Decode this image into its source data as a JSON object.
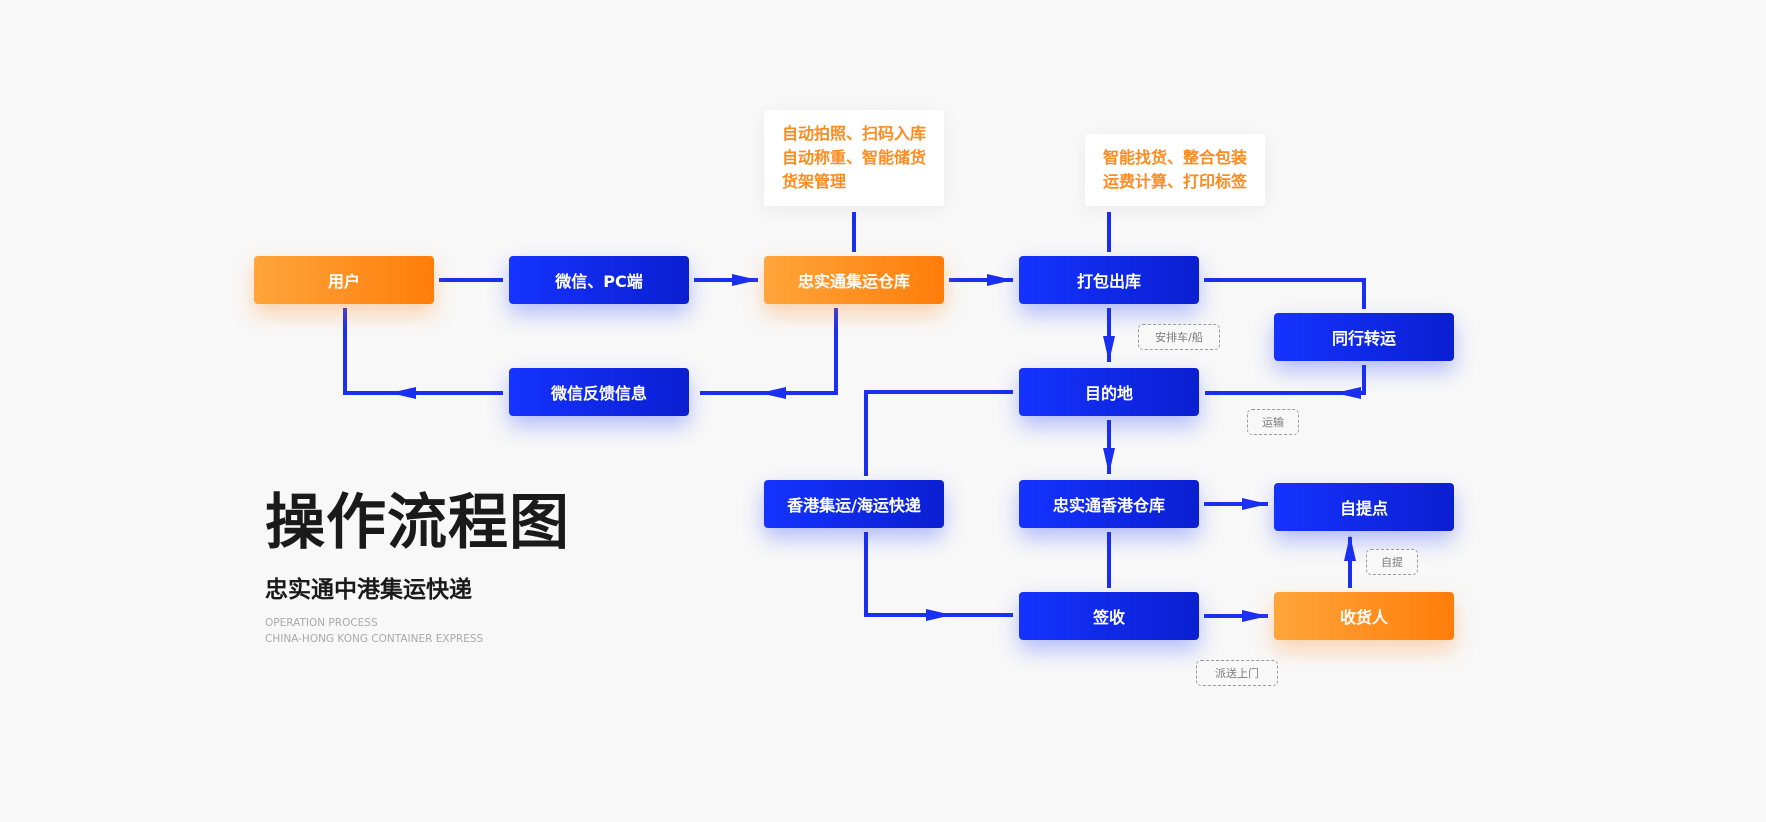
{
  "heading": {
    "title": "操作流程图",
    "subtitle": "忠实通中港集运快递",
    "en_line1": "OPERATION PROCESS",
    "en_line2": "CHINA-HONG KONG CONTAINER EXPRESS"
  },
  "colors": {
    "blue": "#1533ff",
    "blue_dark": "#0a1fd0",
    "orange": "#ffa53a",
    "orange_dark": "#ff7d0a",
    "note_text": "#ff8a1e",
    "connector": "#1a2ff0"
  },
  "nodes": {
    "user": "用户",
    "wechat_pc": "微信、PC端",
    "warehouse": "忠实通集运仓库",
    "pack_out": "打包出库",
    "peer_transfer": "同行转运",
    "wechat_feedback": "微信反馈信息",
    "destination": "目的地",
    "hk_sea": "香港集运/海运快递",
    "hk_warehouse": "忠实通香港仓库",
    "pickup_point": "自提点",
    "sign": "签收",
    "receiver": "收货人"
  },
  "notes": {
    "warehouse_lines": [
      "自动拍照、扫码入库",
      "自动称重、智能储货",
      "货架管理"
    ],
    "pack_lines": [
      "智能找货、整合包装",
      "运费计算、打印标签"
    ]
  },
  "tags": {
    "arrange": "安排车/船",
    "transport": "运输",
    "self_pick": "自提",
    "delivery": "派送上门"
  }
}
